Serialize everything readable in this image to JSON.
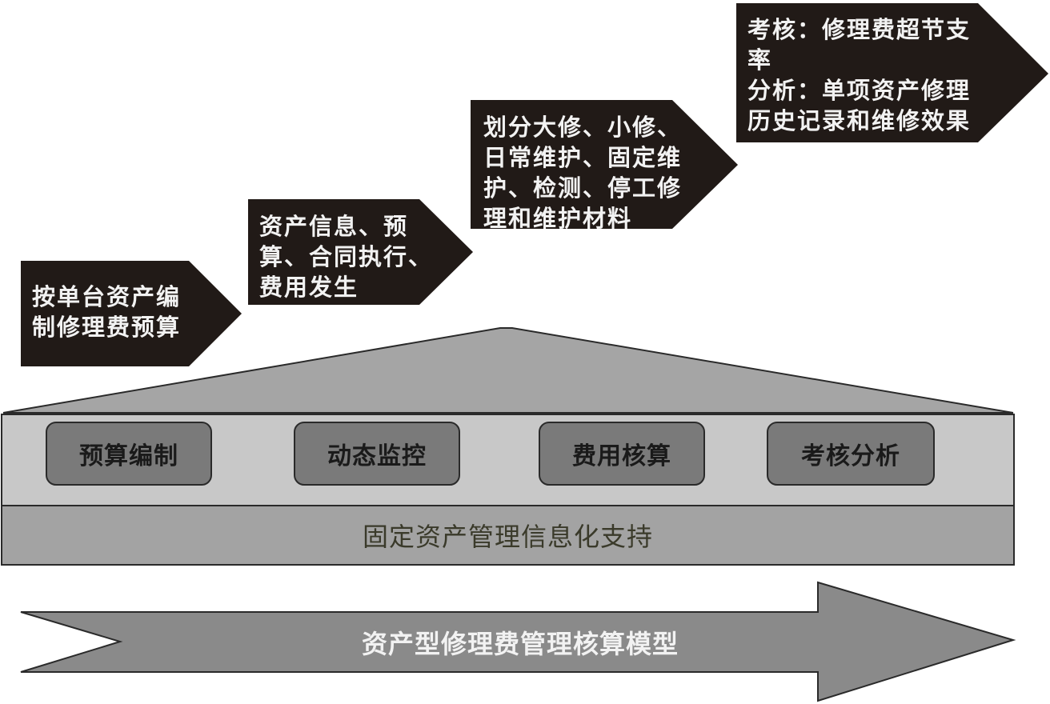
{
  "colors": {
    "arrow_dark": "#211a17",
    "arrow_text": "#f2f2f2",
    "roof": "#a5a5a5",
    "panel": "#c8c8c8",
    "module": "#7a7a7a",
    "base": "#a3a3a3",
    "model_arrow": "#8a8a8a"
  },
  "steps": [
    {
      "text": "按单台资产编\n制修理费预算"
    },
    {
      "text": "资产信息、预\n算、合同执行、\n费用发生"
    },
    {
      "text": "划分大修、小修、\n日常维护、固定维\n护、检测、停工修\n理和维护材料"
    },
    {
      "text": "考核：修理费超节支\n率\n分析：单项资产修理\n历史记录和维修效果"
    }
  ],
  "modules": [
    "预算编制",
    "动态监控",
    "费用核算",
    "考核分析"
  ],
  "base_label": "固定资产管理信息化支持",
  "model_label": "资产型修理费管理核算模型"
}
